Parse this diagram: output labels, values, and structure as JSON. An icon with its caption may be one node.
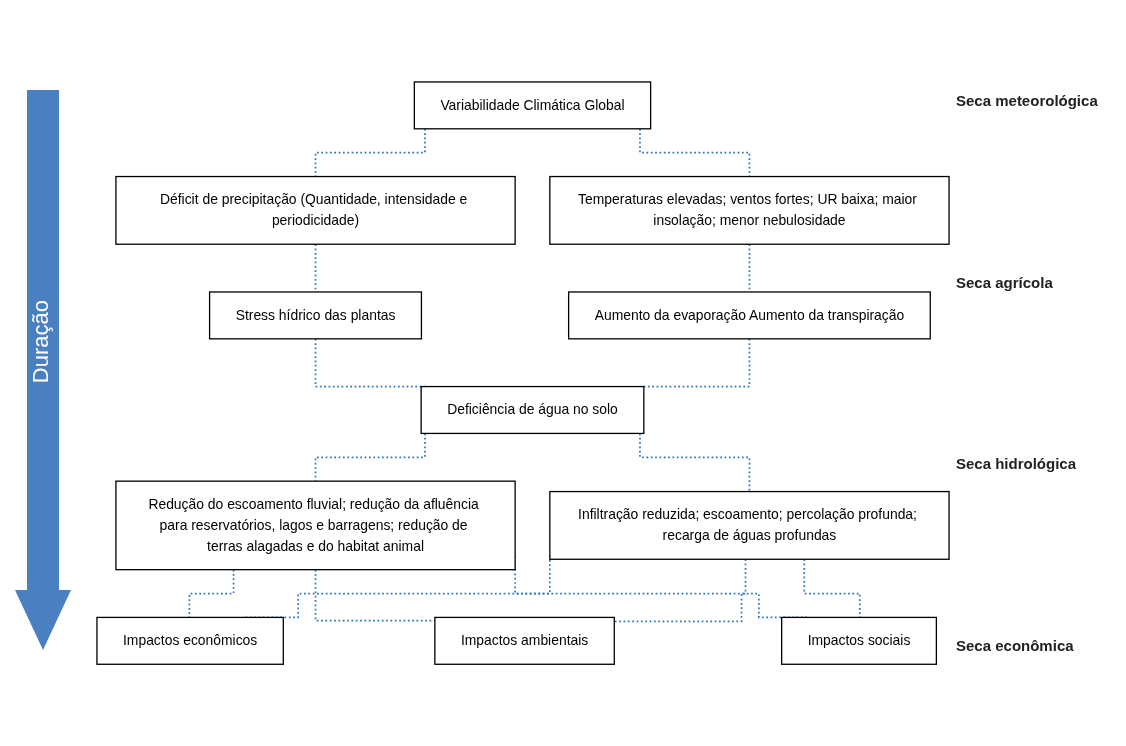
{
  "diagram": {
    "nodes": [
      {
        "text": [
          "Variabilidade Climática Global"
        ]
      },
      {
        "text": [
          "Déficit de precipitação (Quantidade, intensidade e periodicidade)"
        ]
      },
      {
        "text": [
          "Temperaturas elevadas; ventos fortes; UR baixa; maior insolação; menor nebulosidade"
        ]
      },
      {
        "text": [
          "Stress hídrico das plantas"
        ]
      },
      {
        "text": [
          "Aumento da evaporação Aumento da transpiração"
        ]
      },
      {
        "text": [
          "Deficiência de água no solo"
        ]
      },
      {
        "text": [
          "Infiltração reduzida; escoamento; percolação profunda; recarga de águas profundas"
        ]
      },
      {
        "text": [
          "Redução do escoamento fluvial; redução da afluência para reservatórios, lagos e barragens; redução de terras alagadas e do habitat animal"
        ]
      },
      {
        "text": [
          "Impactos econômicos"
        ]
      },
      {
        "text": [
          "Impactos ambientais"
        ]
      },
      {
        "text": [
          "Impactos sociais"
        ]
      }
    ],
    "edges": [
      {
        "from": 0,
        "to": 1,
        "arrow": "none",
        "style": "dashed"
      },
      {
        "from": 0,
        "to": 2,
        "arrow": "none",
        "style": "dashed"
      },
      {
        "from": 1,
        "to": 3,
        "arrow": "none",
        "style": "dashed"
      },
      {
        "from": 2,
        "to": 4,
        "arrow": "none",
        "style": "dashed"
      },
      {
        "from": 3,
        "to": 5,
        "arrow": "none",
        "style": "dashed"
      },
      {
        "from": 4,
        "to": 5,
        "arrow": "none",
        "style": "dashed"
      },
      {
        "from": 5,
        "to": 6,
        "arrow": "none",
        "style": "dashed"
      },
      {
        "from": 5,
        "to": 7,
        "arrow": "none",
        "style": "dashed"
      },
      {
        "from": 7,
        "to": 8,
        "arrow": "none",
        "style": "dashed"
      },
      {
        "from": 7,
        "to": 9,
        "arrow": "none",
        "style": "dashed"
      },
      {
        "from": 7,
        "to": 10,
        "arrow": "none",
        "style": "dashed"
      },
      {
        "from": 6,
        "to": 8,
        "arrow": "none",
        "style": "dashed"
      },
      {
        "from": 6,
        "to": 9,
        "arrow": "none",
        "style": "dashed"
      },
      {
        "from": 6,
        "to": 10,
        "arrow": "none",
        "style": "dashed"
      }
    ],
    "labels": [
      "Seca meteorológica",
      "Duração",
      "Seca agrícola",
      "Seca hidrológica",
      "Seca econômica"
    ]
  }
}
